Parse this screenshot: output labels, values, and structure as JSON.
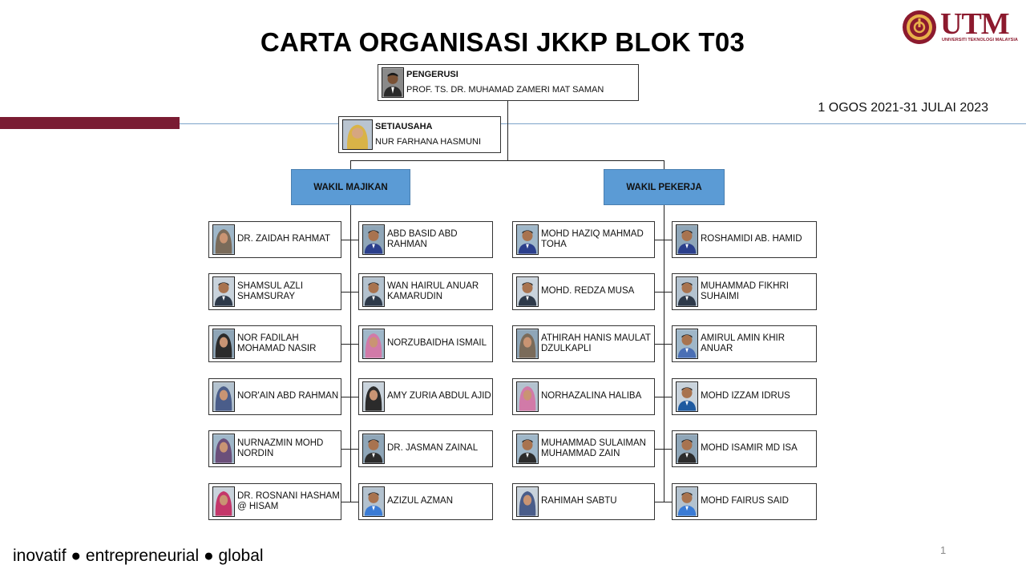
{
  "title": "CARTA ORGANISASI JKKP BLOK T03",
  "date_range": "1 OGOS 2021-31 JULAI 2023",
  "footer": {
    "tagline": "inovatif ● entrepreneurial ● global",
    "page_number": "1"
  },
  "logo": {
    "text": "UTM",
    "subtitle": "UNIVERSITI TEKNOLOGI MALAYSIA"
  },
  "colors": {
    "accent_maroon": "#7a1c33",
    "category_blue": "#5b9bd5",
    "rule_blue": "#7da3c9"
  },
  "chairman": {
    "role": "PENGERUSI",
    "name": "PROF. TS. DR. MUHAMAD ZAMERI MAT SAMAN"
  },
  "secretary": {
    "role": "SETIAUSAHA",
    "name": "NUR FARHANA HASMUNI"
  },
  "groups": {
    "employer": {
      "label": "WAKIL MAJIKAN",
      "left": [
        {
          "name": "DR. ZAIDAH RAHMAT",
          "photo": "female-hijab"
        },
        {
          "name": "SHAMSUL AZLI SHAMSURAY",
          "photo": "male"
        },
        {
          "name": "NOR FADILAH MOHAMAD NASIR",
          "photo": "female-hijab"
        },
        {
          "name": "NOR'AIN ABD RAHMAN",
          "photo": "female-hijab"
        },
        {
          "name": "NURNAZMIN MOHD NORDIN",
          "photo": "female-hijab"
        },
        {
          "name": "DR. ROSNANI HASHAM @ HISAM",
          "photo": "female-hijab"
        }
      ],
      "right": [
        {
          "name": "ABD BASID ABD RAHMAN",
          "photo": "male"
        },
        {
          "name": "WAN HAIRUL ANUAR KAMARUDIN",
          "photo": "male"
        },
        {
          "name": "NORZUBAIDHA ISMAIL",
          "photo": "female-hijab"
        },
        {
          "name": "AMY ZURIA ABDUL AJID",
          "photo": "female-hijab"
        },
        {
          "name": "DR. JASMAN ZAINAL",
          "photo": "male"
        },
        {
          "name": "AZIZUL AZMAN",
          "photo": "male"
        }
      ]
    },
    "employee": {
      "label": "WAKIL PEKERJA",
      "left": [
        {
          "name": "MOHD HAZIQ MAHMAD TOHA",
          "photo": "male"
        },
        {
          "name": "MOHD. REDZA MUSA",
          "photo": "male"
        },
        {
          "name": "ATHIRAH HANIS MAULAT DZULKAPLI",
          "photo": "female-hijab"
        },
        {
          "name": "NORHAZALINA HALIBA",
          "photo": "female-hijab"
        },
        {
          "name": "MUHAMMAD SULAIMAN MUHAMMAD ZAIN",
          "photo": "male"
        },
        {
          "name": "RAHIMAH SABTU",
          "photo": "female-hijab"
        }
      ],
      "right": [
        {
          "name": "ROSHAMIDI AB. HAMID",
          "photo": "male"
        },
        {
          "name": "MUHAMMAD FIKHRI SUHAIMI",
          "photo": "male"
        },
        {
          "name": "AMIRUL AMIN KHIR ANUAR",
          "photo": "male"
        },
        {
          "name": "MOHD IZZAM IDRUS",
          "photo": "male"
        },
        {
          "name": "MOHD ISAMIR MD ISA",
          "photo": "male"
        },
        {
          "name": "MOHD FAIRUS SAID",
          "photo": "male"
        }
      ]
    }
  }
}
